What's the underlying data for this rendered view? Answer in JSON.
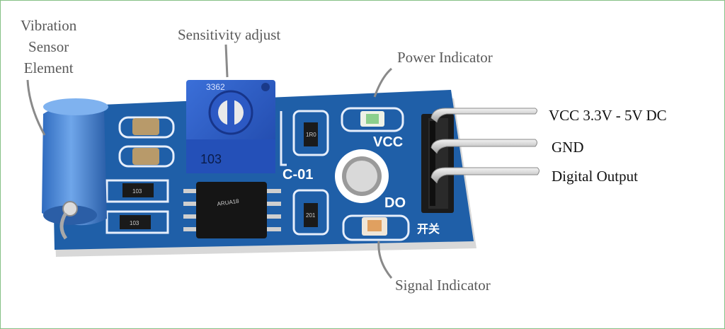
{
  "labels": {
    "vibration": [
      "Vibration",
      "Sensor",
      "Element"
    ],
    "sensitivity": "Sensitivity adjust",
    "power": "Power Indicator",
    "signal": "Signal Indicator"
  },
  "pins": {
    "vcc": "VCC 3.3V  -  5V  DC",
    "gnd": "GND",
    "digital_output": "Digital Output"
  },
  "board_markings": {
    "vcc": "VCC",
    "do": "DO",
    "switch": "开关",
    "model": "C-01",
    "pot_top": "3362",
    "pot_side": "103",
    "resistor_a": "103",
    "resistor_b": "103",
    "resistor_c": "1R0",
    "resistor_d": "201",
    "ic": "ARUA18"
  },
  "colors": {
    "pcb": "#1f5fa8",
    "label_text": "#5a5a5a",
    "pin_text": "#111111",
    "sensor": "#3f82d6",
    "frame": "#86c086"
  }
}
